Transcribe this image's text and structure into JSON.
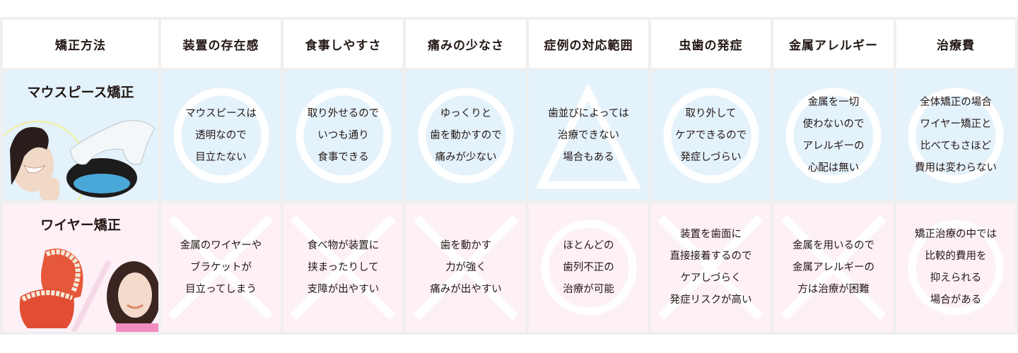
{
  "table": {
    "headers": [
      "矯正方法",
      "装置の存在感",
      "食事しやすさ",
      "痛みの少なさ",
      "症例の対応範囲",
      "虫歯の発症",
      "金属アレルギー",
      "治療費"
    ],
    "rows": [
      {
        "label": "マウスピース矯正",
        "illustration": "woman-with-clear-aligner-and-case",
        "cells": [
          {
            "mark": "circle",
            "text": "マウスピースは\n透明なので\n目立たない"
          },
          {
            "mark": "circle",
            "text": "取り外せるので\nいつも通り\n食事できる"
          },
          {
            "mark": "circle",
            "text": "ゆっくりと\n歯を動かすので\n痛みが少ない"
          },
          {
            "mark": "triangle",
            "text": "歯並びによっては\n治療できない\n場合もある"
          },
          {
            "mark": "circle",
            "text": "取り外して\nケアできるので\n発症しづらい"
          },
          {
            "mark": "circle",
            "text": "金属を一切\n使わないので\nアレルギーの\n心配は無い"
          },
          {
            "mark": "circle",
            "text": "全体矯正の場合\nワイヤー矯正と\n比べてもさほど\n費用は変わらない"
          }
        ]
      },
      {
        "label": "ワイヤー矯正",
        "illustration": "dental-model-with-braces-and-smiling-woman",
        "cells": [
          {
            "mark": "cross",
            "text": "金属のワイヤーや\nブラケットが\n目立ってしまう"
          },
          {
            "mark": "cross",
            "text": "食べ物が装置に\n挟まったりして\n支障が出やすい"
          },
          {
            "mark": "cross",
            "text": "歯を動かす\n力が強く\n痛みが出やすい"
          },
          {
            "mark": "circle",
            "text": "ほとんどの\n歯列不正の\n治療が可能"
          },
          {
            "mark": "cross",
            "text": "装置を歯面に\n直接接着するので\nケアしづらく\n発症リスクが高い"
          },
          {
            "mark": "cross",
            "text": "金属を用いるので\n金属アレルギーの\n方は治療が困難"
          },
          {
            "mark": "circle",
            "text": "矯正治療の中では\n比較的費用を\n抑えられる\n場合がある"
          }
        ]
      }
    ]
  },
  "colors": {
    "border": "#efefef",
    "header_bg": "#ffffff",
    "row1_bg": "#e4f2fc",
    "row2_bg": "#fdf0f6",
    "mark": "#ffffff",
    "text": "#231815"
  }
}
